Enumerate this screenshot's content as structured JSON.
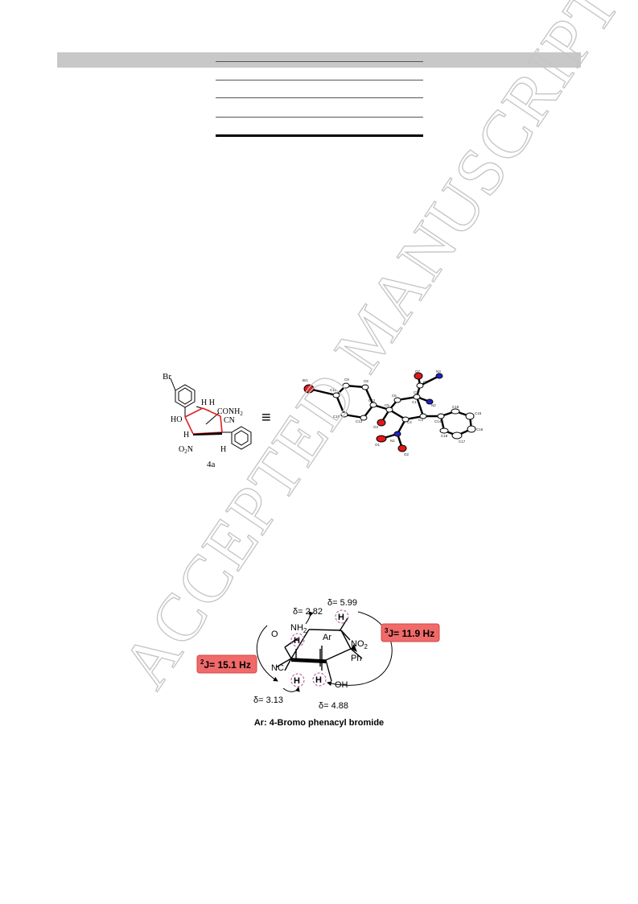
{
  "watermark": {
    "text": "ACCEPTED MANUSCRIPT"
  },
  "structure_4a": {
    "br": "Br",
    "hh": "H H",
    "conh2": "CONH",
    "conh2_sub": "2",
    "cn": "CN",
    "ho": "HO",
    "h_left": "H",
    "o2n": "O",
    "o2n_sub": "2",
    "o2n_n": "N",
    "h_right": "H",
    "compound_label": "4a",
    "equiv_symbol": "≡"
  },
  "crystal_atoms": [
    "Br1",
    "C11",
    "C9",
    "C8",
    "C12",
    "C10",
    "C13",
    "C6",
    "C5",
    "C4",
    "O3",
    "C3",
    "N1",
    "O1",
    "O2",
    "C2",
    "C1",
    "O7",
    "C7",
    "N3",
    "N2",
    "C14",
    "C19",
    "C15",
    "C16",
    "C17",
    "C18"
  ],
  "nmr_figure": {
    "delta_282": "δ= 2.82",
    "delta_599": "δ= 5.99",
    "delta_313": "δ= 3.13",
    "delta_488": "δ= 4.88",
    "nh2": "NH",
    "nh2_sub": "2",
    "o": "O",
    "h": "H",
    "ar": "Ar",
    "no2": "NO",
    "no2_sub": "2",
    "ph": "Ph",
    "nc": "NC",
    "oh": "OH",
    "j3_sup": "3",
    "j3": "J= 11.9 Hz",
    "j2_sup": "2",
    "j2": "J= 15.1 Hz",
    "caption": "Ar: 4-Bromo phenacyl bromide"
  },
  "colors": {
    "header_bar": "#c8c8c8",
    "j_box": "#f06a6a",
    "oxygen": "#e01818",
    "nitrogen": "#2222cc",
    "h_circle": "#b05090"
  }
}
